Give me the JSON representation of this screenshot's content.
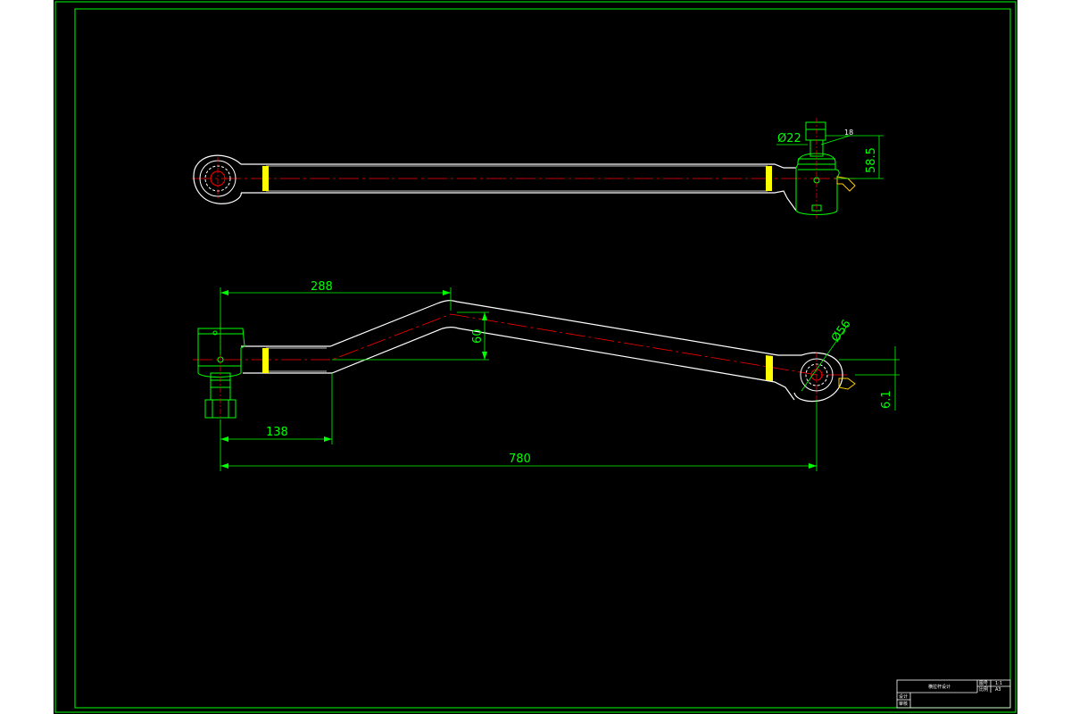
{
  "colors": {
    "page_bg": "#ffffff",
    "drawing_bg": "#000000",
    "frame": "#00ff00",
    "outline": "#ffffff",
    "centerline": "#ff0000",
    "dimension": "#00ff00",
    "ball_joint": "#00ff00",
    "clamp_band": "#ffff00",
    "fitting": "#ffcc00"
  },
  "top_view": {
    "dimensions": {
      "ball_diameter": "Ø22",
      "thread_length": "18",
      "joint_height": "58.5"
    }
  },
  "front_view": {
    "dimensions": {
      "bend_position": "288",
      "bend_offset": "60",
      "straight_length": "138",
      "total_length": "780",
      "eye_diameter": "Ø56",
      "eye_offset": "6.1"
    }
  },
  "title_block": {
    "part_name": "横拉杆设计",
    "label_1": "图号",
    "label_2": "比例",
    "value_1": "1:1",
    "value_2": "A3",
    "row_1": "设计",
    "row_2": "审核"
  }
}
